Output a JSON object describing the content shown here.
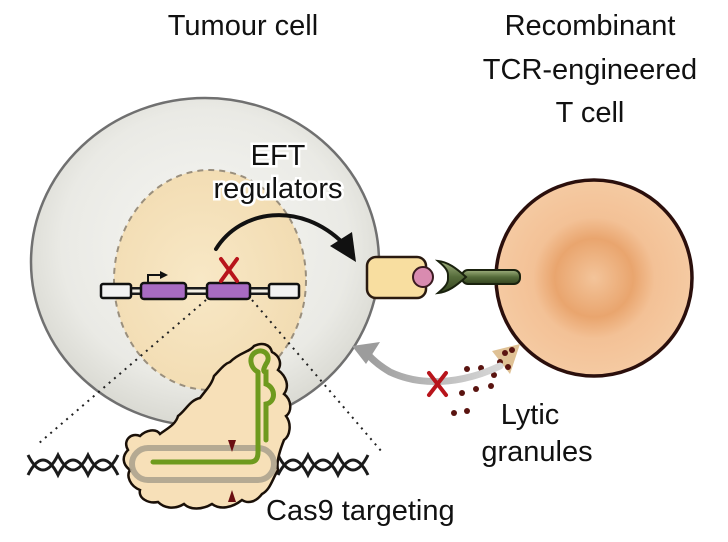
{
  "figure": {
    "title_left": "Tumour cell",
    "title_right": [
      "Recombinant",
      "TCR-engineered",
      "T cell"
    ],
    "eft_label": [
      "EFT",
      "regulators"
    ],
    "lytic_label": [
      "Lytic",
      "granules"
    ],
    "cas9_label": "Cas9 targeting"
  },
  "colors": {
    "tumour_cytoplasm": "#e9e9e4",
    "tumour_outline": "#6f6f6f",
    "nucleus_fill": "#f4e2bd",
    "nucleus_outline": "#9a8f7d",
    "tcell_fill": "#f3c195",
    "tcell_center": "#e9a36c",
    "tcell_outline": "#2b0f0c",
    "exon_purple": "#a86bc2",
    "exon_white": "#f2f2f2",
    "x_mark_red": "#b8141b",
    "mhc_yellow": "#f8dea0",
    "peptide_pink": "#d98bb0",
    "tcr_green": "#556b3a",
    "cas9_fill": "#f7e0b8",
    "guide_rna_green": "#6e9a1e",
    "granule_brown": "#5a1410",
    "grey_arrow": "#a9a9a9"
  }
}
